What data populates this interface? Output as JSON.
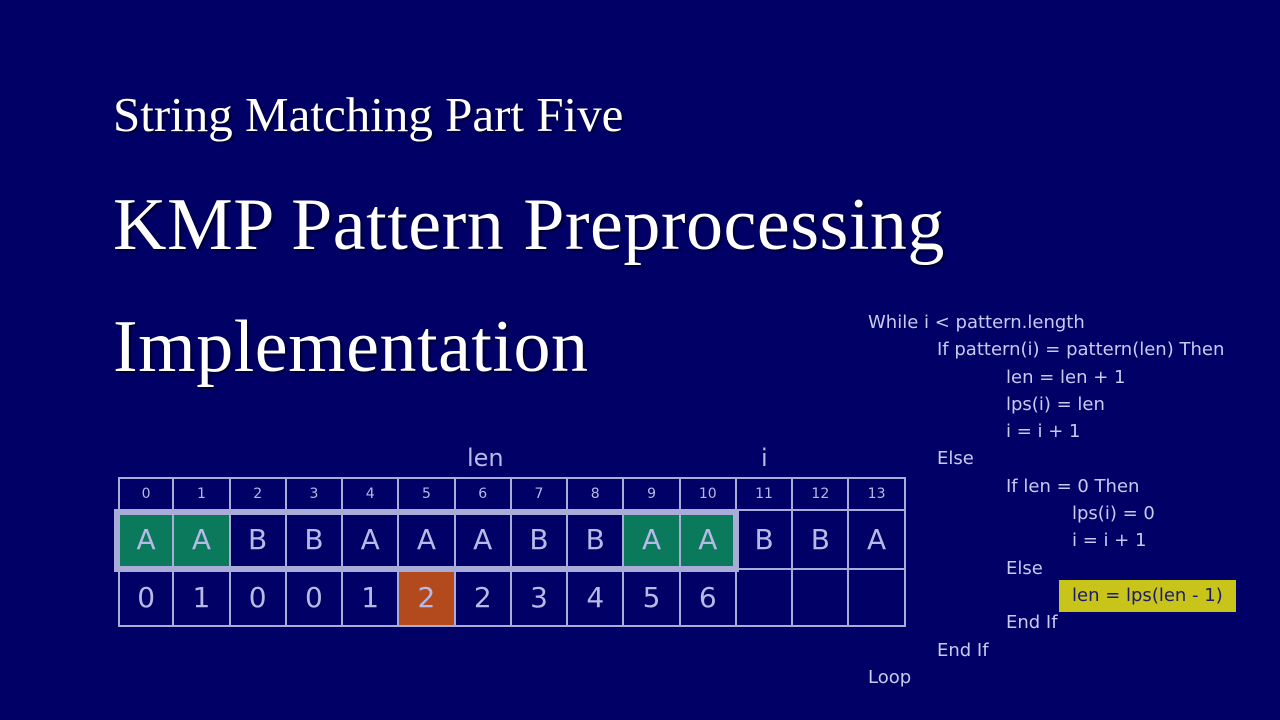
{
  "slide": {
    "subtitle": "String Matching Part Five",
    "title_line1": "KMP Pattern Preprocessing",
    "title_line2": "Implementation"
  },
  "pointers": {
    "len_label": "len",
    "len_index": 6,
    "i_label": "i",
    "i_index": 11
  },
  "table": {
    "indices": [
      "0",
      "1",
      "2",
      "3",
      "4",
      "5",
      "6",
      "7",
      "8",
      "9",
      "10",
      "11",
      "12",
      "13"
    ],
    "pattern": [
      "A",
      "A",
      "B",
      "B",
      "A",
      "A",
      "A",
      "B",
      "B",
      "A",
      "A",
      "B",
      "B",
      "A"
    ],
    "lps": [
      "0",
      "1",
      "0",
      "0",
      "1",
      "2",
      "2",
      "3",
      "4",
      "5",
      "6",
      "",
      "",
      ""
    ],
    "green_cells": [
      0,
      1,
      9,
      10
    ],
    "orange_lps_cell": 5,
    "frame_span": [
      0,
      10
    ]
  },
  "colors": {
    "background": "#000066",
    "grid_line": "#a9abd8",
    "green": "#0b7a5c",
    "orange": "#b24a1e",
    "code_highlight": "#c9c41a"
  },
  "code": {
    "lines": [
      {
        "indent": 0,
        "text": "While i < pattern.length"
      },
      {
        "indent": 1,
        "text": "If pattern(i) = pattern(len) Then"
      },
      {
        "indent": 2,
        "text": "len = len + 1"
      },
      {
        "indent": 2,
        "text": "lps(i) = len"
      },
      {
        "indent": 2,
        "text": "i = i + 1"
      },
      {
        "indent": 1,
        "text": "Else"
      },
      {
        "indent": 2,
        "text": "If len = 0 Then"
      },
      {
        "indent": 3,
        "text": "lps(i) = 0"
      },
      {
        "indent": 3,
        "text": "i = i + 1"
      },
      {
        "indent": 2,
        "text": "Else"
      },
      {
        "indent": 3,
        "text": "len = lps(len - 1)",
        "highlighted": true
      },
      {
        "indent": 2,
        "text": "End If"
      },
      {
        "indent": 1,
        "text": "End If"
      },
      {
        "indent": 0,
        "text": "Loop"
      }
    ]
  }
}
